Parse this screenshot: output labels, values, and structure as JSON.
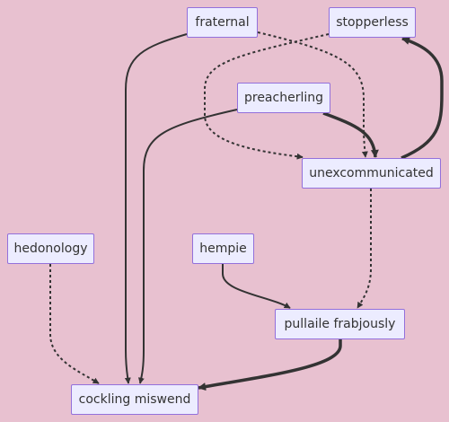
{
  "diagram": {
    "nodes": {
      "fraternal": "fraternal",
      "stopperless": "stopperless",
      "preacherling": "preacherling",
      "unexcommunicated": "unexcommunicated",
      "hedonology": "hedonology",
      "hempie": "hempie",
      "pullaile_frabjously": "pullaile frabjously",
      "cockling_miswend": "cockling miswend"
    },
    "edges": [
      {
        "from": "fraternal",
        "to": "cockling_miswend",
        "style": "solid"
      },
      {
        "from": "fraternal",
        "to": "unexcommunicated",
        "style": "dotted"
      },
      {
        "from": "stopperless",
        "to": "unexcommunicated",
        "style": "dotted"
      },
      {
        "from": "preacherling",
        "to": "unexcommunicated",
        "style": "thick"
      },
      {
        "from": "preacherling",
        "to": "cockling_miswend",
        "style": "solid"
      },
      {
        "from": "unexcommunicated",
        "to": "stopperless",
        "style": "thick"
      },
      {
        "from": "unexcommunicated",
        "to": "pullaile_frabjously",
        "style": "dotted"
      },
      {
        "from": "hedonology",
        "to": "cockling_miswend",
        "style": "dotted"
      },
      {
        "from": "hempie",
        "to": "pullaile_frabjously",
        "style": "solid"
      },
      {
        "from": "pullaile_frabjously",
        "to": "cockling_miswend",
        "style": "thick"
      }
    ]
  },
  "colors": {
    "background": "#e8c1d0",
    "node_fill": "#ececff",
    "node_border": "#9370db",
    "edge": "#333333",
    "text": "#333333"
  }
}
